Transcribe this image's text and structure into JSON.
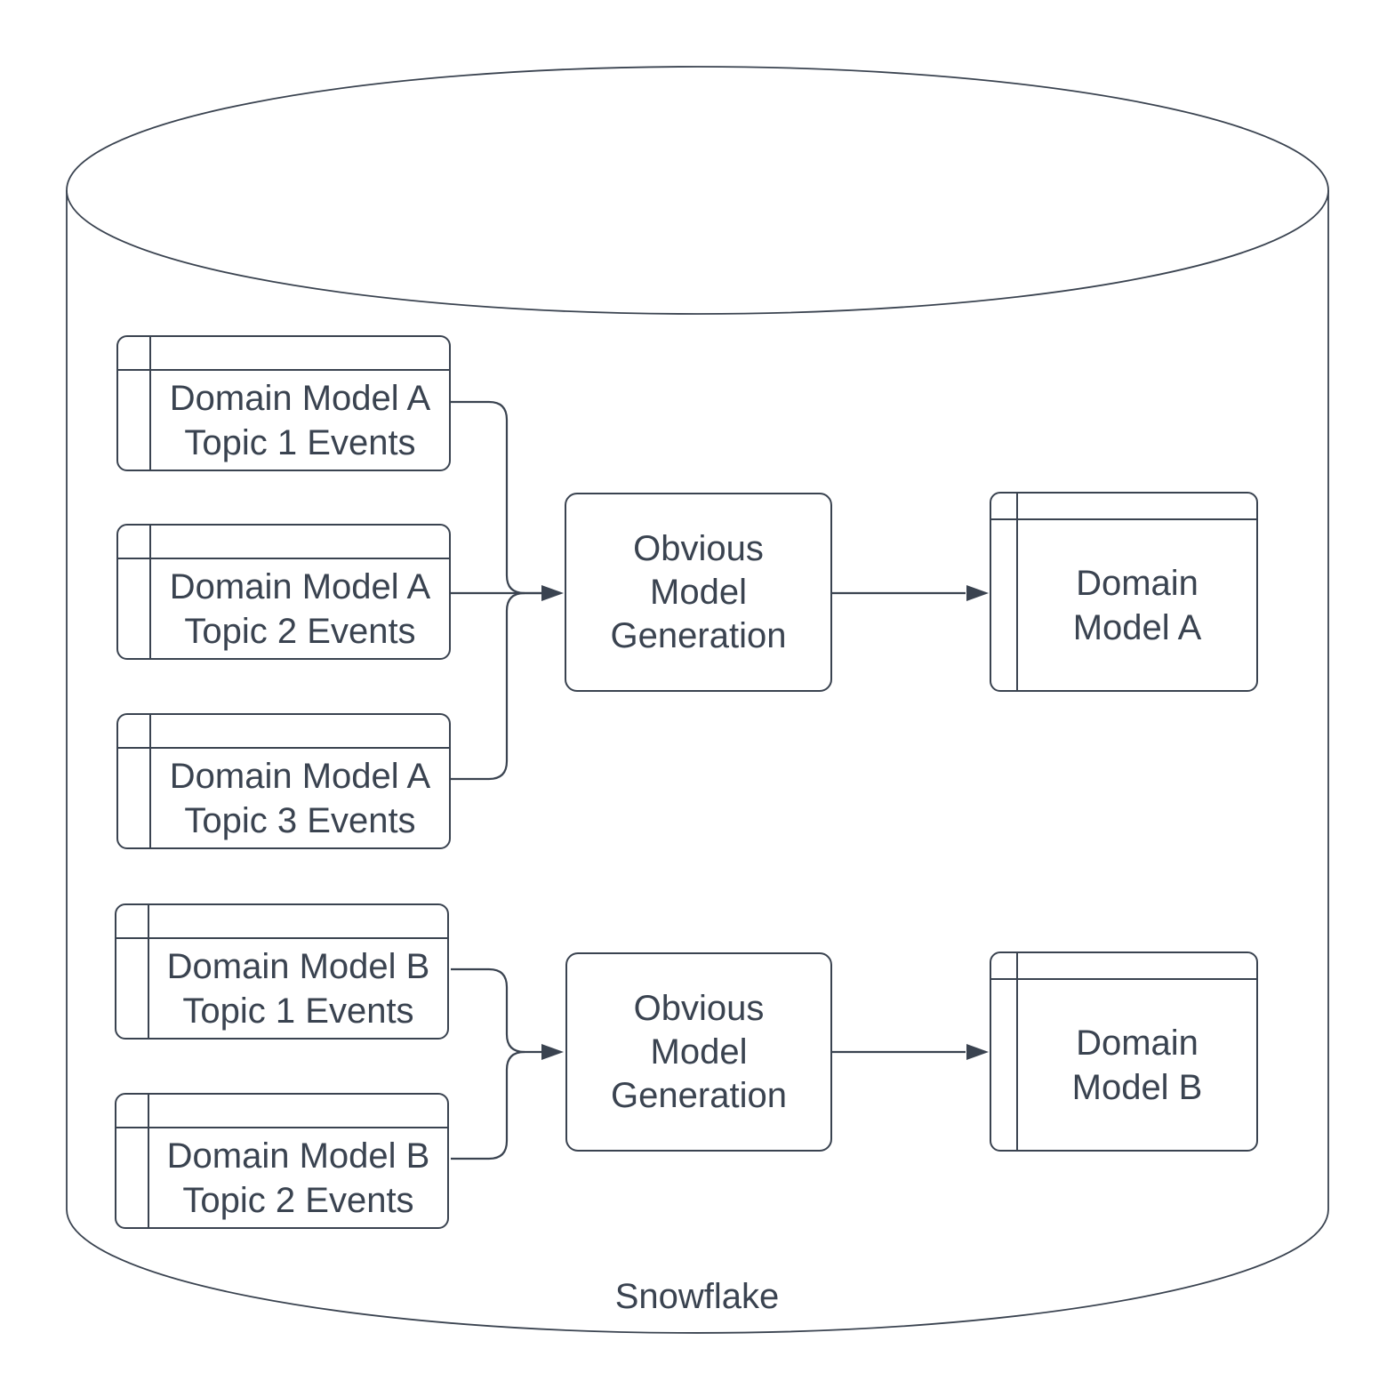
{
  "diagram": {
    "container": {
      "label": "Snowflake",
      "shape": "database-cylinder"
    },
    "colors": {
      "stroke": "#3a4350",
      "text": "#3a4350",
      "background": "#ffffff"
    },
    "groups": [
      {
        "name": "A",
        "sources": [
          {
            "label": "Domain Model A\nTopic 1 Events"
          },
          {
            "label": "Domain Model A\nTopic 2 Events"
          },
          {
            "label": "Domain Model A\nTopic 3 Events"
          }
        ],
        "process": {
          "label": "Obvious\nModel\nGeneration"
        },
        "output": {
          "label": "Domain\nModel A"
        }
      },
      {
        "name": "B",
        "sources": [
          {
            "label": "Domain Model B\nTopic 1 Events"
          },
          {
            "label": "Domain Model B\nTopic 2 Events"
          }
        ],
        "process": {
          "label": "Obvious\nModel\nGeneration"
        },
        "output": {
          "label": "Domain\nModel B"
        }
      }
    ]
  }
}
